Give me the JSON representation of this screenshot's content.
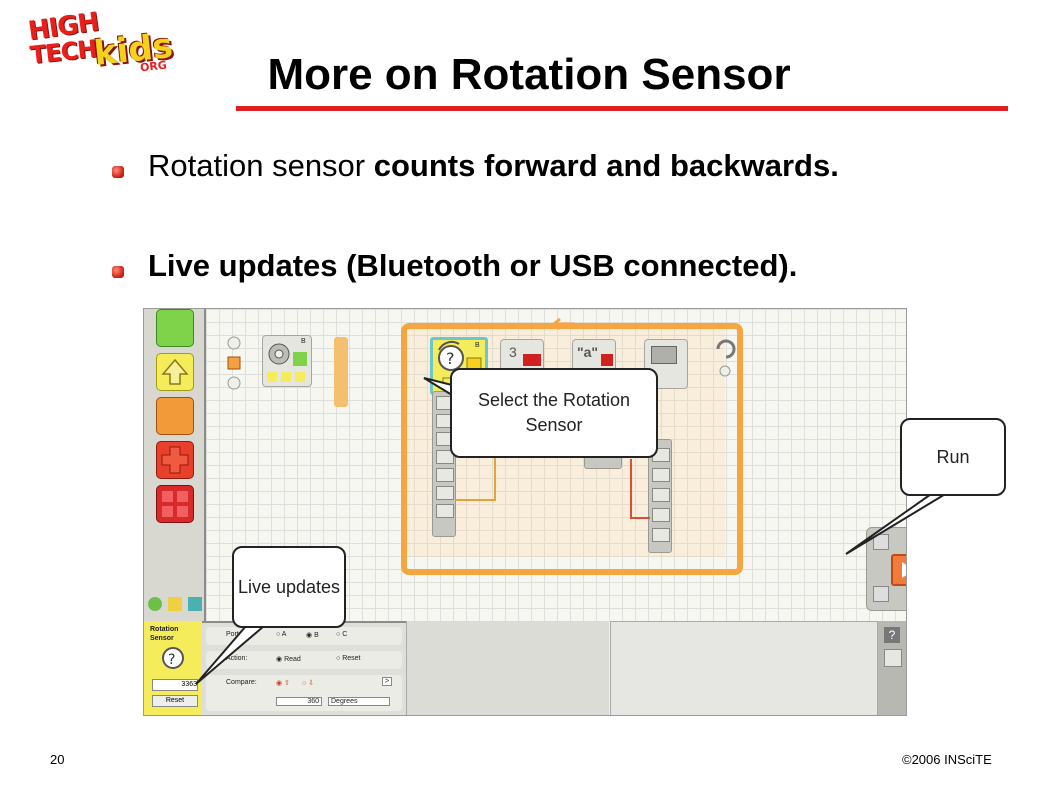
{
  "logo": {
    "line1": "HIGH",
    "line2": "TECH",
    "kids": "kids",
    "org": "ORG"
  },
  "slide": {
    "title": "More on Rotation Sensor",
    "bullets": [
      {
        "normal": "Rotation sensor ",
        "bold": "counts forward and backwards."
      },
      {
        "normal": "",
        "bold": "Live updates (Bluetooth or USB connected)."
      }
    ],
    "page_number": "20",
    "copyright": "©2006 INSciTE"
  },
  "callouts": {
    "select_rotation": "Select the Rotation Sensor",
    "run": "Run",
    "live_updates": "Live updates"
  },
  "nxt": {
    "block_port_b": "B",
    "block_port_b2": "B",
    "text_block": "\"a\"",
    "number_block": "3",
    "config": {
      "title": "Rotation Sensor",
      "value": "3363",
      "reset_button": "Reset",
      "port_label": "Port:",
      "port_a": "A",
      "port_b": "B",
      "port_c": "C",
      "action_label": "Action:",
      "action_read": "Read",
      "action_reset": "Reset",
      "compare_label": "Compare:",
      "compare_op": ">",
      "compare_value": "360",
      "compare_unit": "Degrees"
    }
  },
  "colors": {
    "accent_red": "#e02020",
    "loop_orange": "#f5a640",
    "sensor_yellow": "#f4ec5a"
  }
}
